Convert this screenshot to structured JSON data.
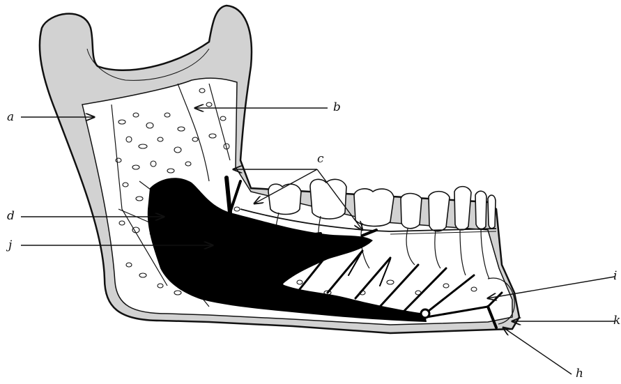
{
  "figure": {
    "labels": {
      "a": "a",
      "b": "b",
      "c": "c",
      "d": "d",
      "j": "j",
      "i": "i",
      "k": "k",
      "h": "h"
    }
  },
  "colors": {
    "cortex_fill": "#d2d2d2",
    "canal_fill": "#000000",
    "line": "#111111",
    "background": "#ffffff"
  }
}
